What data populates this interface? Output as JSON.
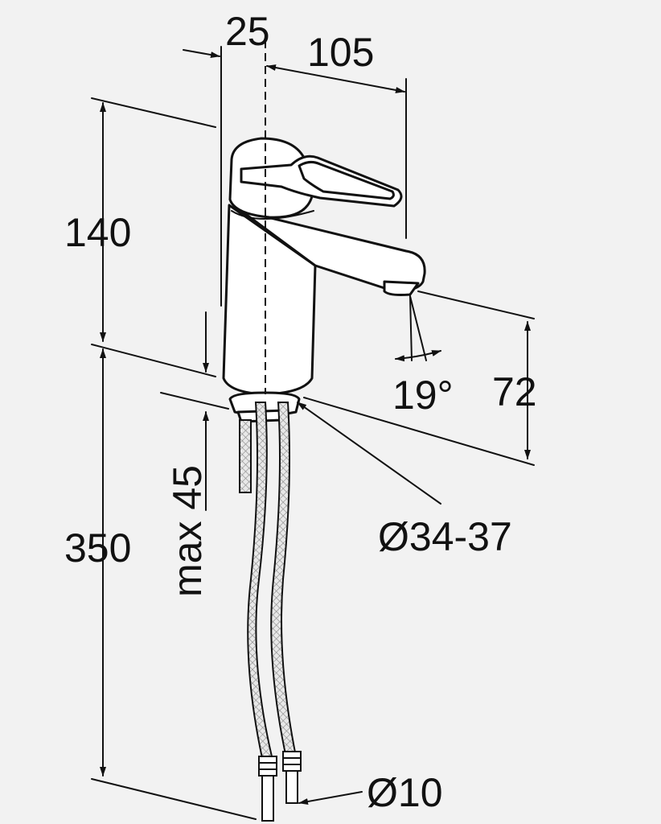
{
  "dimensions": {
    "offset_25": "25",
    "reach_105": "105",
    "height_140": "140",
    "spout_height_72": "72",
    "angle_19": "19°",
    "max_45": "max 45",
    "hole_diameter": "Ø34-37",
    "hose_length_350": "350",
    "connector_diameter": "Ø10"
  },
  "colors": {
    "background": "#f2f2f2",
    "line": "#111111",
    "fill": "#ffffff"
  }
}
